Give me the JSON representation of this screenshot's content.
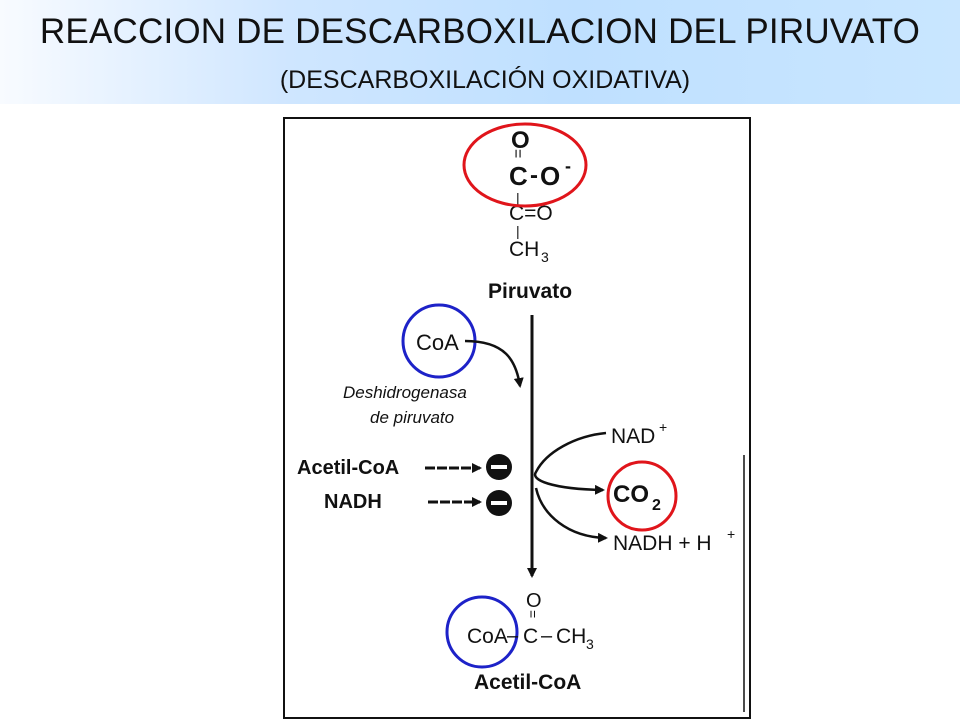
{
  "header": {
    "title": "REACCION DE DESCARBOXILACION DEL PIRUVATO",
    "subtitle": "(DESCARBOXILACIÓN OXIDATIVA)"
  },
  "diagram": {
    "pyruvate": {
      "o_top": "O",
      "dbl": "=",
      "carboxyl_c": "C",
      "dash": "-",
      "o_neg": "O",
      "minus": "-",
      "single1": "|",
      "keto": "C=O",
      "single2": "|",
      "ch": "CH",
      "sub3": "3",
      "name": "Piruvato"
    },
    "coa_in": "CoA",
    "enzyme_line1": "Deshidrogenasa",
    "enzyme_line2": "de piruvato",
    "inhibitors": [
      "Acetil-CoA",
      "NADH"
    ],
    "nad": "NAD",
    "nad_sup": "+",
    "co2": "CO",
    "co2_sub": "2",
    "nadh_out": "NADH + H",
    "nadh_sup": "+",
    "product": {
      "o_top": "O",
      "dbl": "=",
      "coa": "CoA",
      "left_dash": "–",
      "c": "C",
      "right_dash": "–",
      "ch": "CH",
      "sub3": "3",
      "name": "Acetil-CoA"
    },
    "colors": {
      "red_circle": "#e0151b",
      "blue_circle": "#1d22c8",
      "header_bg": "#c6e2ff"
    }
  }
}
